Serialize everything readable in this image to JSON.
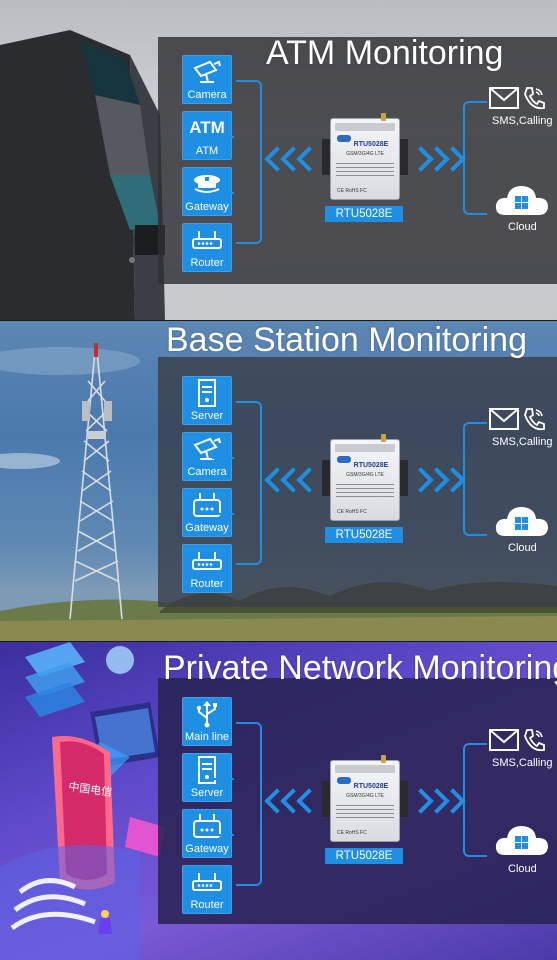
{
  "panels": [
    {
      "title": "ATM Monitoring",
      "devices": [
        {
          "label": "Camera",
          "icon": "camera-icon"
        },
        {
          "label": "ATM",
          "icon": "atm-icon",
          "icon_text": "ATM"
        },
        {
          "label": "Gateway",
          "icon": "police-cap-icon"
        },
        {
          "label": "Router",
          "icon": "router-icon"
        }
      ],
      "controller": "RTU5028E",
      "outputs": {
        "sms": "SMS,Calling",
        "cloud": "Cloud"
      }
    },
    {
      "title": "Base Station Monitoring",
      "devices": [
        {
          "label": "Server",
          "icon": "server-icon"
        },
        {
          "label": "Camera",
          "icon": "camera-icon"
        },
        {
          "label": "Gateway",
          "icon": "gateway-icon"
        },
        {
          "label": "Router",
          "icon": "router-icon"
        }
      ],
      "controller": "RTU5028E",
      "outputs": {
        "sms": "SMS,Calling",
        "cloud": "Cloud"
      }
    },
    {
      "title": "Private Network Monitoring",
      "devices": [
        {
          "label": "Main line",
          "icon": "usb-icon"
        },
        {
          "label": "Server",
          "icon": "server-icon"
        },
        {
          "label": "Gateway",
          "icon": "gateway-icon"
        },
        {
          "label": "Router",
          "icon": "router-icon"
        }
      ],
      "controller": "RTU5028E",
      "outputs": {
        "sms": "SMS,Calling",
        "cloud": "Cloud"
      }
    }
  ],
  "device_face": {
    "model": "RTU5028E",
    "sub": "GSM/3G/4G LTE",
    "mark": "CE RoHS FC"
  },
  "colors": {
    "accent": "#1f8fe3",
    "text": "#ffffff"
  }
}
